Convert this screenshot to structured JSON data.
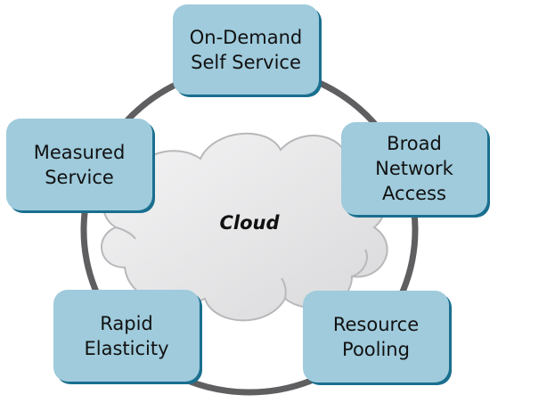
{
  "diagram": {
    "center_label": "Cloud",
    "characteristics": [
      {
        "id": "top",
        "lines": [
          "On-Demand",
          "Self Service"
        ]
      },
      {
        "id": "left",
        "lines": [
          "Measured",
          "Service"
        ]
      },
      {
        "id": "right",
        "lines": [
          "Broad",
          "Network",
          "Access"
        ]
      },
      {
        "id": "bottom-left",
        "lines": [
          "Rapid",
          "Elasticity"
        ]
      },
      {
        "id": "bottom-right",
        "lines": [
          "Resource",
          "Pooling"
        ]
      }
    ],
    "colors": {
      "box_fill": "#9fcbdc",
      "box_shadow": "#1a6f8f",
      "ring": "#5f5f61",
      "cloud_fill": "#e4e4e6",
      "cloud_edge": "#b8b8bb",
      "text": "#111111"
    }
  }
}
